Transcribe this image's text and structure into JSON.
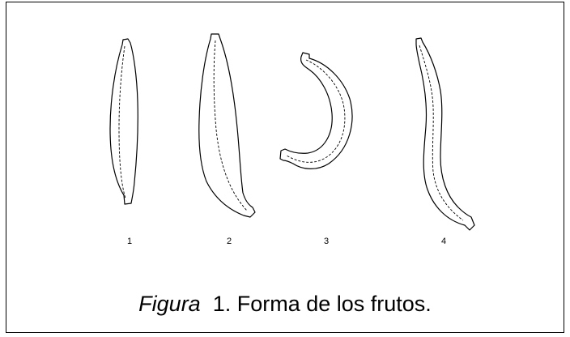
{
  "figure": {
    "labels": [
      "1",
      "2",
      "3",
      "4"
    ],
    "caption": {
      "italic_part": "Figura",
      "rest": "  1. Forma de los frutos."
    },
    "icons": [
      "banana-shape-1-icon",
      "banana-shape-2-icon",
      "banana-shape-3-icon",
      "banana-shape-4-icon"
    ],
    "colors": {
      "stroke": "#000000",
      "background": "#ffffff"
    }
  }
}
